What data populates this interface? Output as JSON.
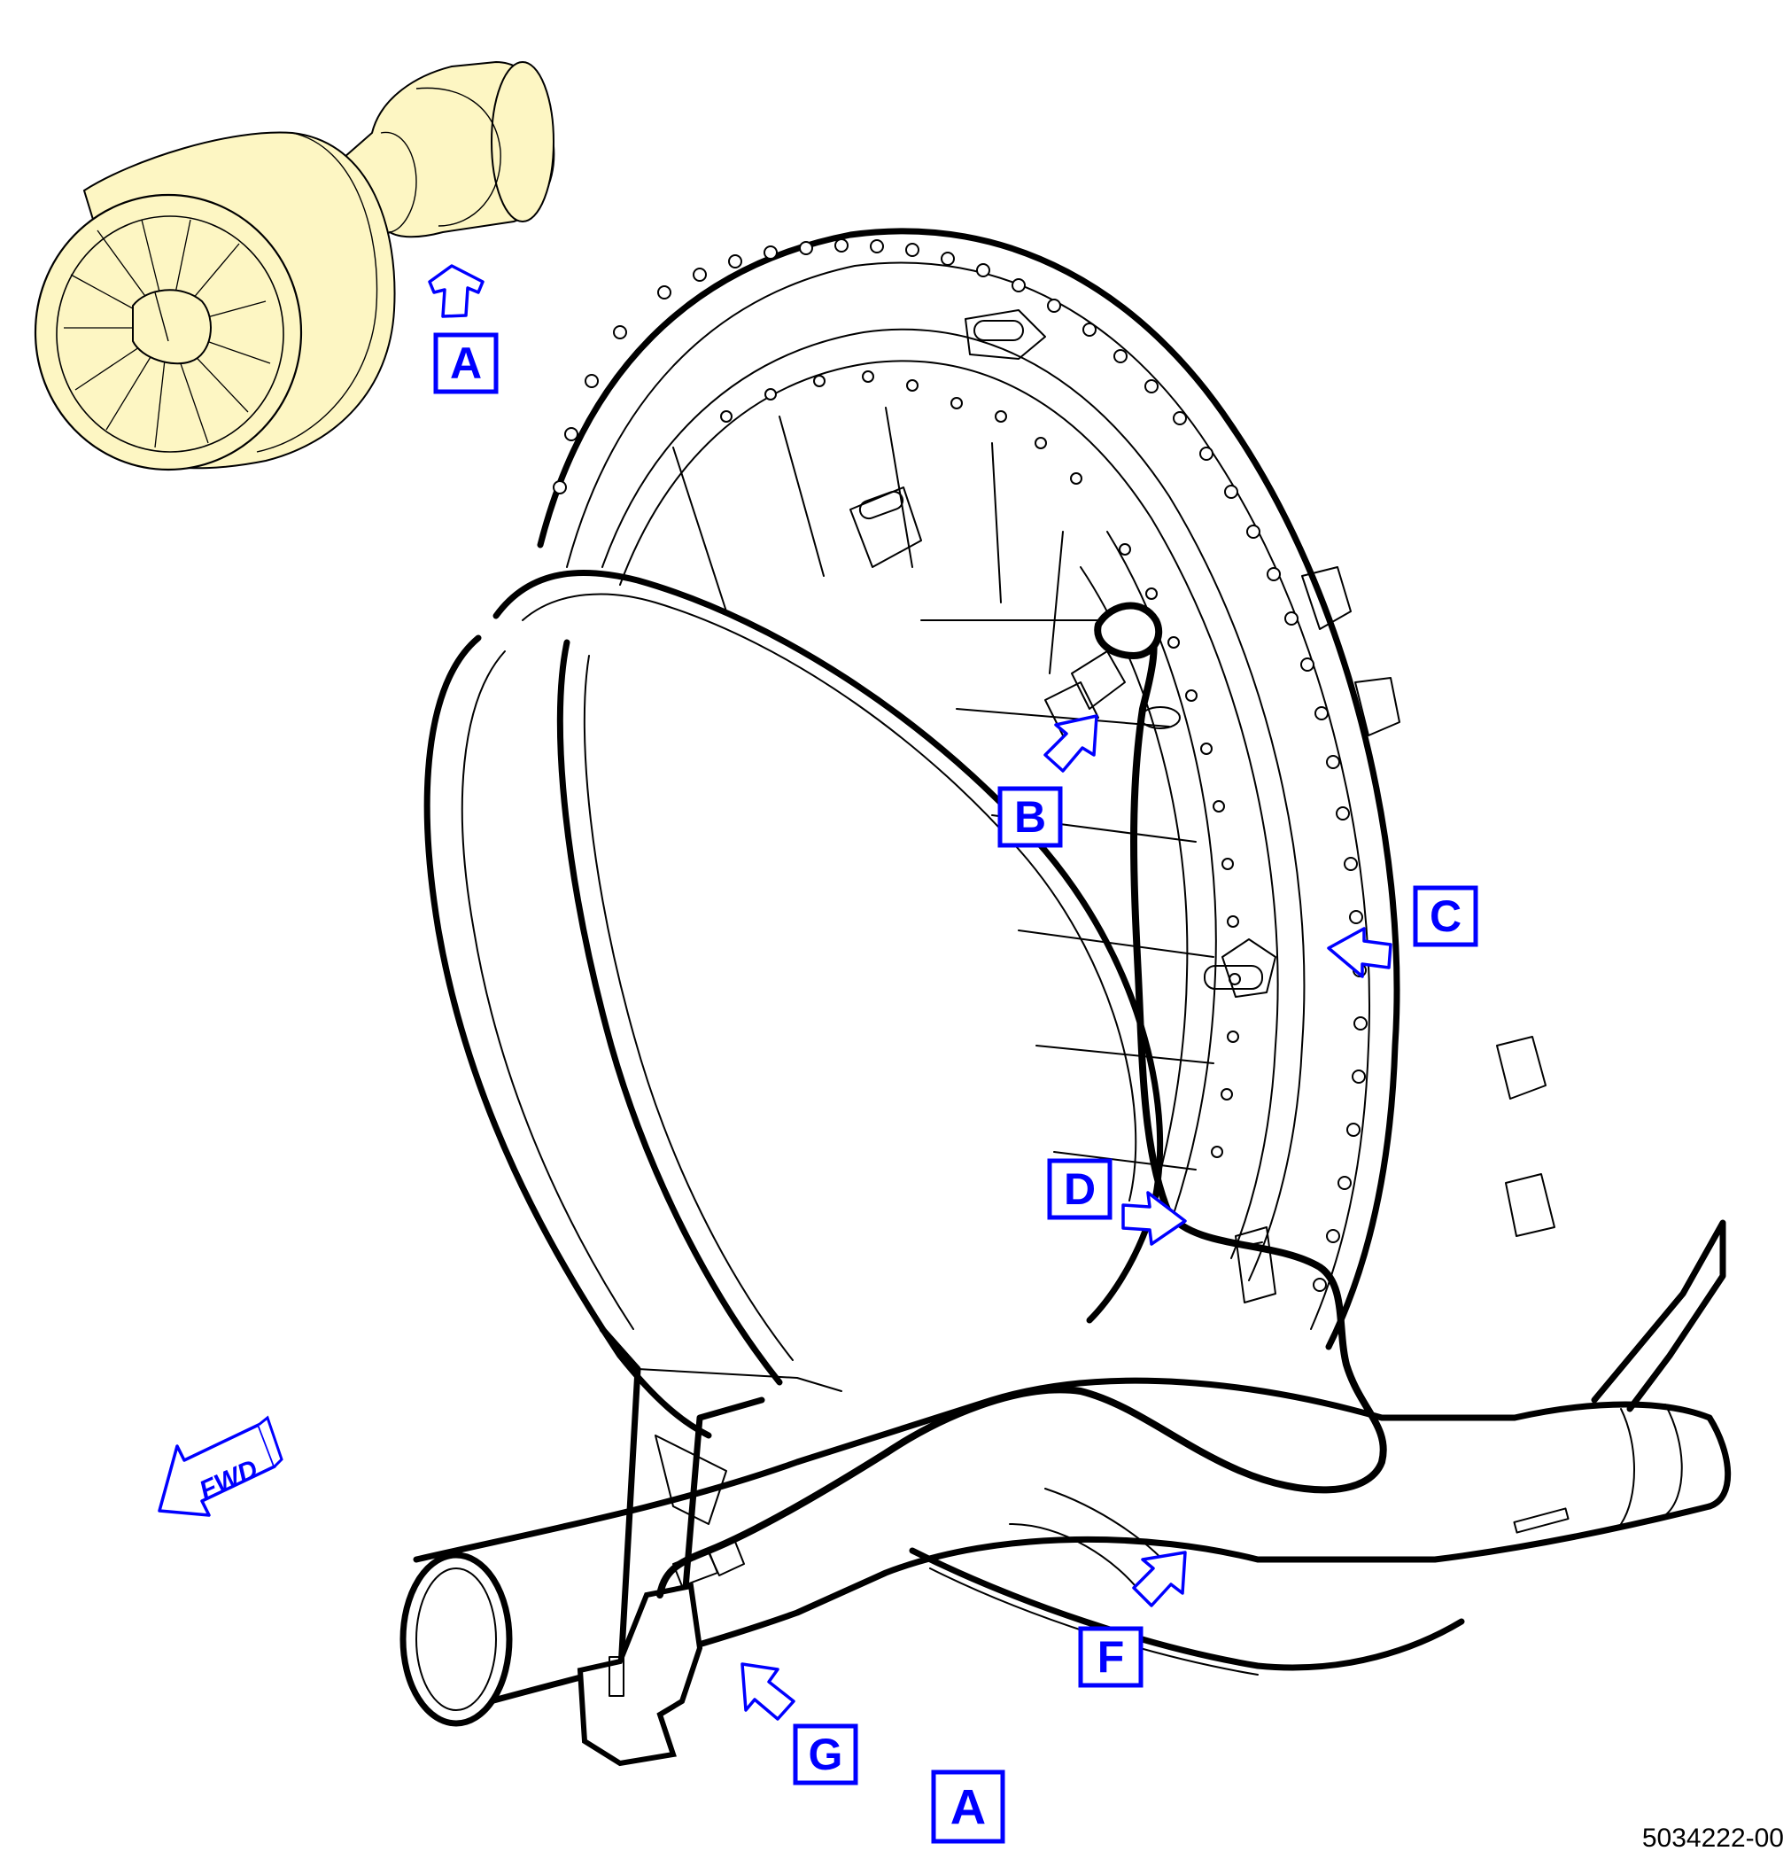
{
  "figure": {
    "figure_number": "5034222-00",
    "locator": {
      "colors": {
        "body": "#fdf6c3",
        "outline": "#000000"
      }
    },
    "fwd_marker": {
      "label": "FWD",
      "color": "#0000ff"
    },
    "callouts": [
      {
        "id": "A",
        "label": "A",
        "role": "locator-view-reference"
      },
      {
        "id": "B",
        "label": "B",
        "role": "detail-view"
      },
      {
        "id": "C",
        "label": "C",
        "role": "detail-view"
      },
      {
        "id": "D",
        "label": "D",
        "role": "detail-view"
      },
      {
        "id": "F",
        "label": "F",
        "role": "detail-view"
      },
      {
        "id": "G",
        "label": "G",
        "role": "detail-view"
      },
      {
        "id": "A2",
        "label": "A",
        "role": "view-title"
      }
    ],
    "colors": {
      "callout": "#0000ff",
      "line_art": "#000000",
      "background": "#ffffff"
    }
  }
}
